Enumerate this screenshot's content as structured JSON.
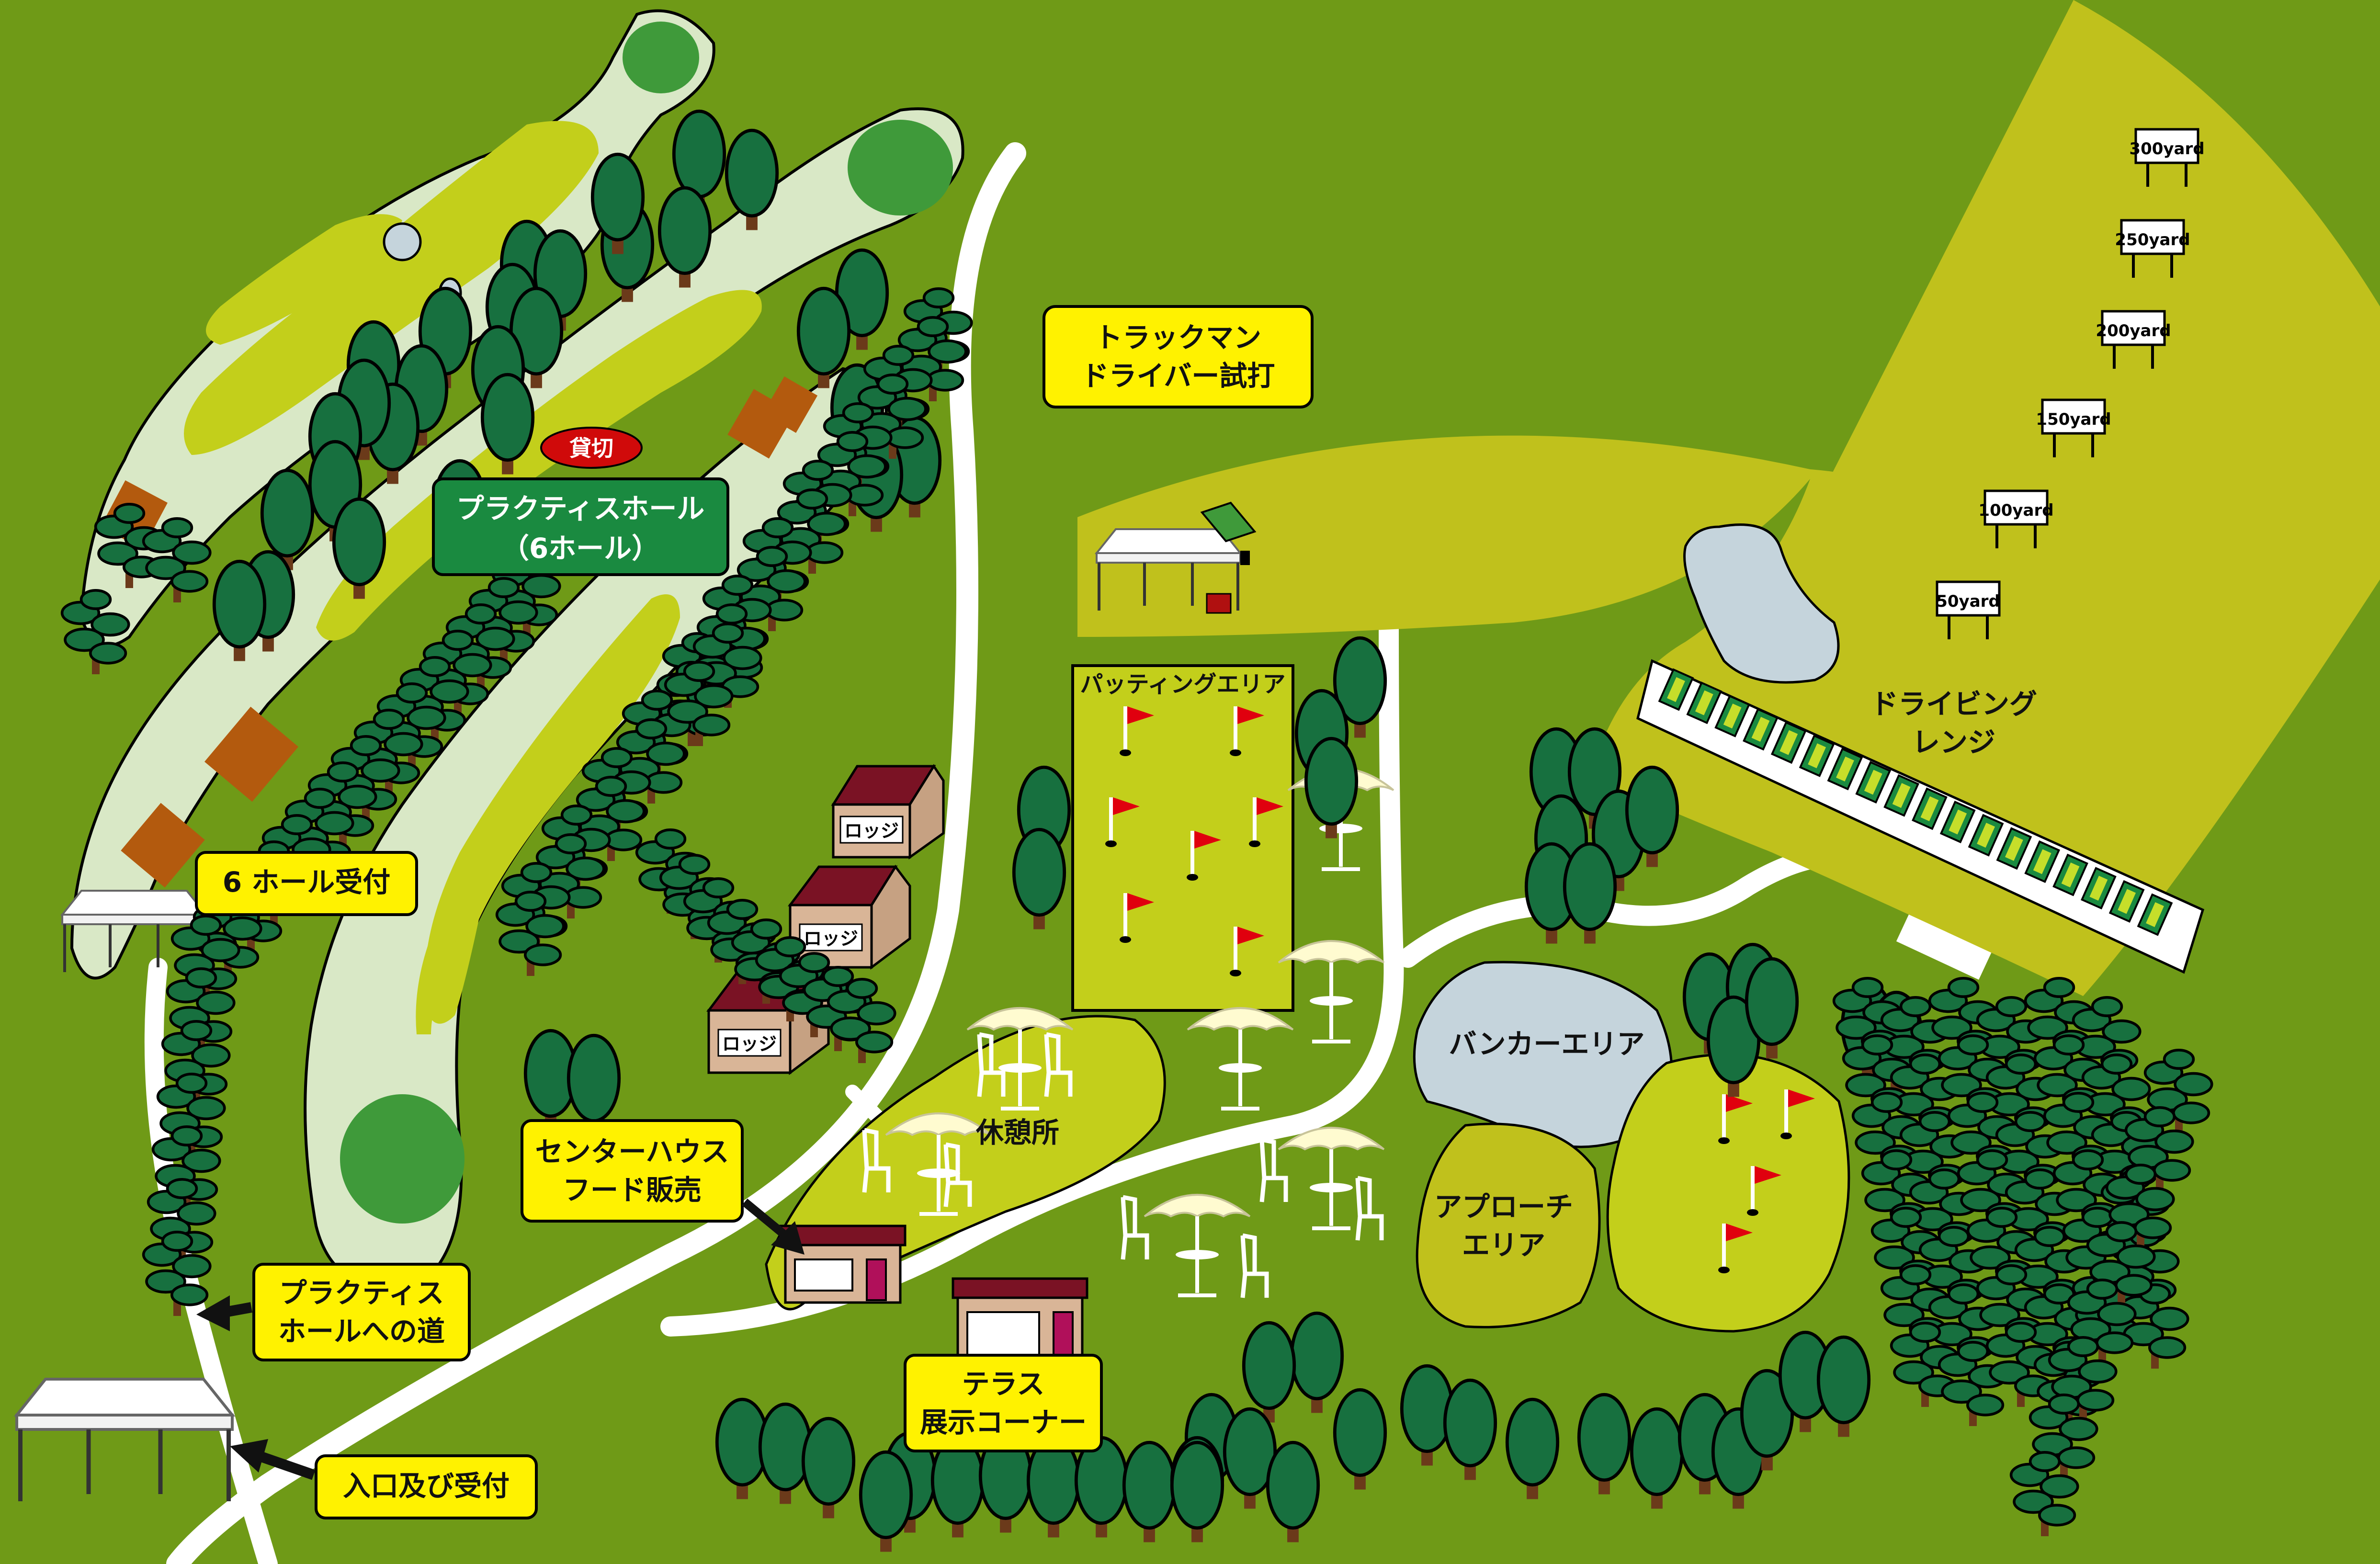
{
  "map": {
    "labels": {
      "kashikiri": "貸切",
      "practice_hole_1": "プラクティスホール",
      "practice_hole_2": "（6ホール）",
      "six_hole_reception": "6 ホール受付",
      "trackman_1": "トラックマン",
      "trackman_2": "ドライバー試打",
      "putting_area": "パッティングエリア",
      "driving_range_1": "ドライビング",
      "driving_range_2": "レンジ",
      "lodge": "ロッジ",
      "rest_area": "休憩所",
      "bunker_area": "バンカーエリア",
      "approach_1": "アプローチ",
      "approach_2": "エリア",
      "center_house_1": "センターハウス",
      "center_house_2": "フード販売",
      "practice_road_1": "プラクティス",
      "practice_road_2": "ホールへの道",
      "terrace_1": "テラス",
      "terrace_2": "展示コーナー",
      "entrance": "入口及び受付"
    },
    "yard_markers": [
      "300yard",
      "250yard",
      "200yard",
      "150yard",
      "100yard",
      "50yard"
    ],
    "colors": {
      "background": "#6f9a17",
      "fairway": "#d9e8c6",
      "rough_yellow": "#c3cf1b",
      "range": "#c0c11c",
      "green": "#3f9a3a",
      "water": "#c5d4dc",
      "tree": "#17703f",
      "label_bg": "#fff200",
      "label_green": "#1a8a40",
      "label_red": "#d00a0a",
      "flag": "#e0000e",
      "lodge_roof": "#7a1224"
    }
  }
}
